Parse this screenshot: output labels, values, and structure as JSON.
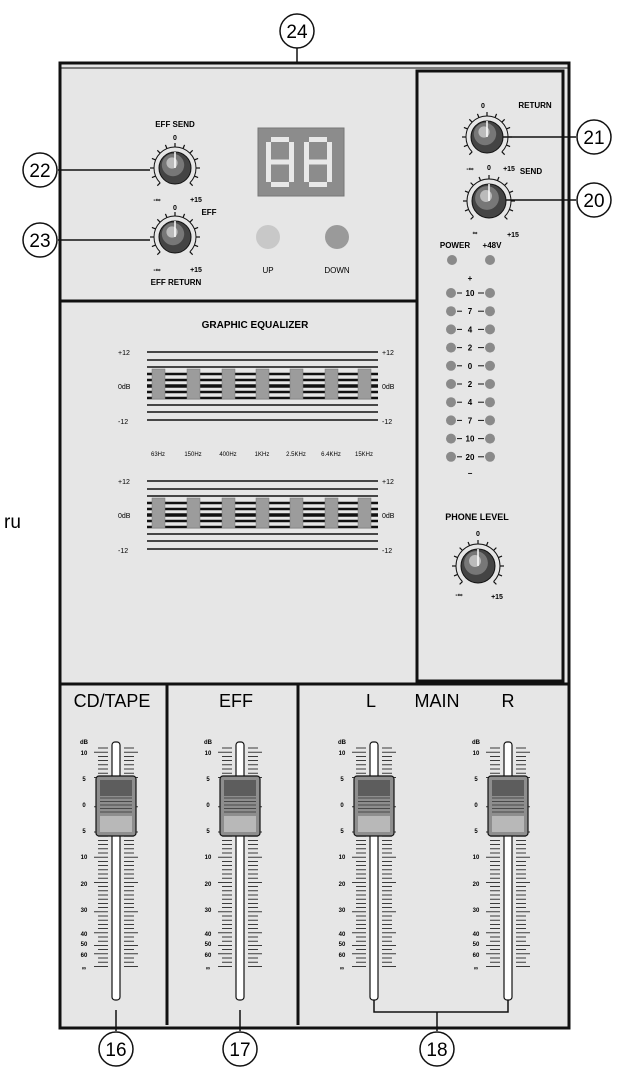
{
  "callouts": {
    "c24": "24",
    "c22": "22",
    "c23": "23",
    "c21": "21",
    "c20": "20",
    "c16": "16",
    "c17": "17",
    "c18": "18"
  },
  "margin_text": "ru",
  "effects": {
    "eff_send_label": "EFF SEND",
    "eff_send_top": "0",
    "eff_send_min": "-∞",
    "eff_send_max": "+15",
    "eff_label": "EFF",
    "eff_return_top": "0",
    "eff_return_min": "-∞",
    "eff_return_max": "+15",
    "eff_return_label": "EFF RETURN",
    "display_value": "88",
    "up_label": "UP",
    "down_label": "DOWN"
  },
  "return_knob": {
    "label": "RETURN",
    "top": "0",
    "min": "-∞",
    "max": "+15"
  },
  "send_knob": {
    "label": "SEND",
    "top": "0",
    "min": "∞",
    "max": "+15"
  },
  "power_label": "POWER",
  "phantom_label": "+48V",
  "meter": {
    "top_mark": "+",
    "labels": [
      "10",
      "7",
      "4",
      "2",
      "0",
      "2",
      "4",
      "7",
      "10",
      "20"
    ],
    "bottom_mark": "−"
  },
  "phone_level": {
    "label": "PHONE LEVEL",
    "top": "0",
    "min": "-∞",
    "max": "+15"
  },
  "eq": {
    "title": "GRAPHIC EQUALIZER",
    "scale": {
      "top": "+12",
      "mid": "0dB",
      "bottom": "-12"
    },
    "bands": [
      "63Hz",
      "150Hz",
      "400Hz",
      "1KHz",
      "2.5KHz",
      "6.4KHz",
      "15KHz"
    ]
  },
  "channels": {
    "cd_tape": "CD/TAPE",
    "eff": "EFF",
    "main_l": "L",
    "main": "MAIN",
    "main_r": "R"
  },
  "fader_scale": {
    "unit": "dB",
    "labels": [
      "10",
      "5",
      "0",
      "5",
      "10",
      "20",
      "30",
      "40",
      "50",
      "60",
      "∞"
    ]
  }
}
